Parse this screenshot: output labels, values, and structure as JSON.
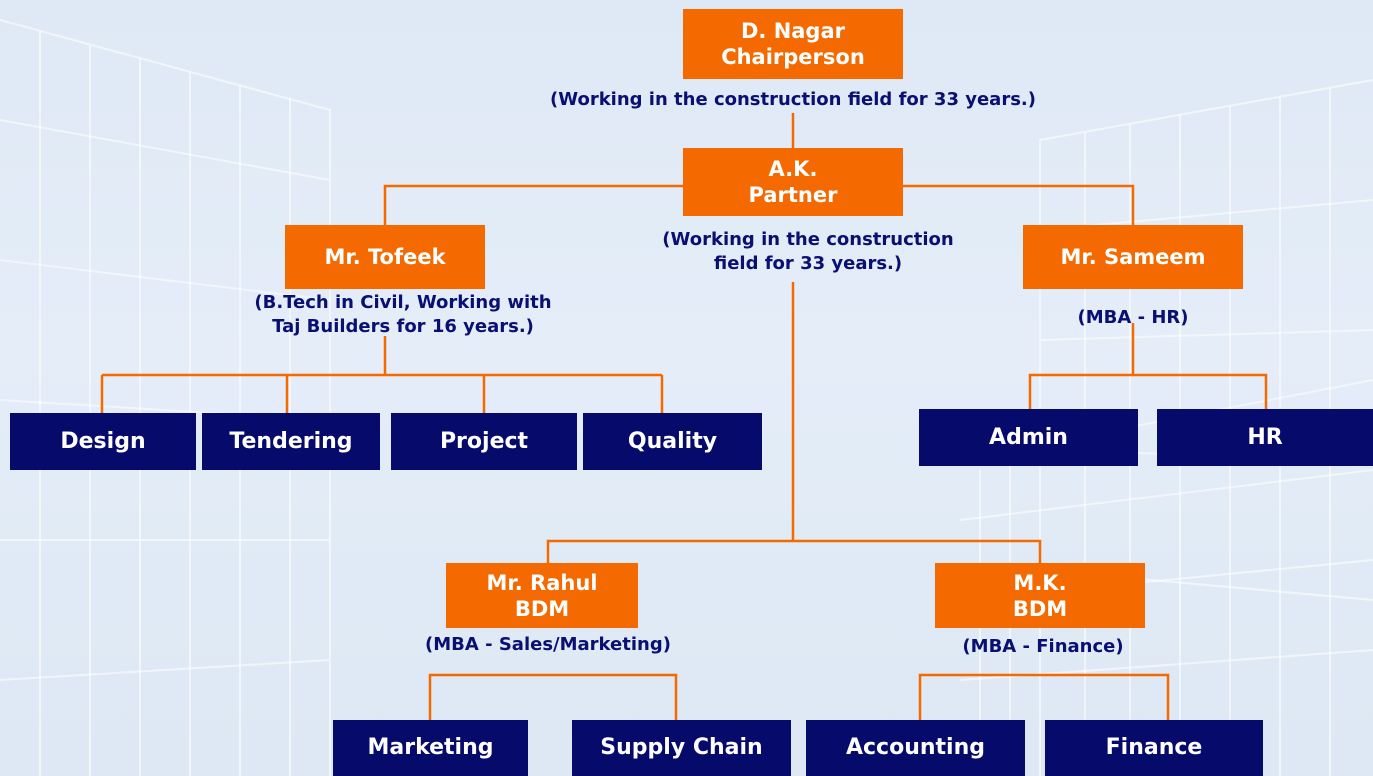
{
  "colors": {
    "accent_orange": "#f56a00",
    "dept_navy": "#060a6b",
    "note_text": "#0a0f72",
    "connector": "#f56a00"
  },
  "chairperson": {
    "name": "D. Nagar",
    "role": "Chairperson",
    "note": "(Working in the construction field for 33 years.)"
  },
  "partner": {
    "name": "A.K.",
    "role": "Partner",
    "note_line1": "(Working in the construction",
    "note_line2": "field for 33 years.)"
  },
  "tofeek": {
    "name": "Mr. Tofeek",
    "note_line1": "(B.Tech in Civil, Working with",
    "note_line2": "Taj Builders for 16 years.)"
  },
  "sameem": {
    "name": "Mr. Sameem",
    "note": "(MBA - HR)"
  },
  "rahul": {
    "name": "Mr. Rahul",
    "role": "BDM",
    "note": "(MBA - Sales/Marketing)"
  },
  "mk": {
    "name": "M.K.",
    "role": "BDM",
    "note": "(MBA - Finance)"
  },
  "departments": {
    "design": "Design",
    "tendering": "Tendering",
    "project": "Project",
    "quality": "Quality",
    "admin": "Admin",
    "hr": "HR",
    "marketing": "Marketing",
    "supply_chain": "Supply Chain",
    "accounting": "Accounting",
    "finance": "Finance"
  }
}
